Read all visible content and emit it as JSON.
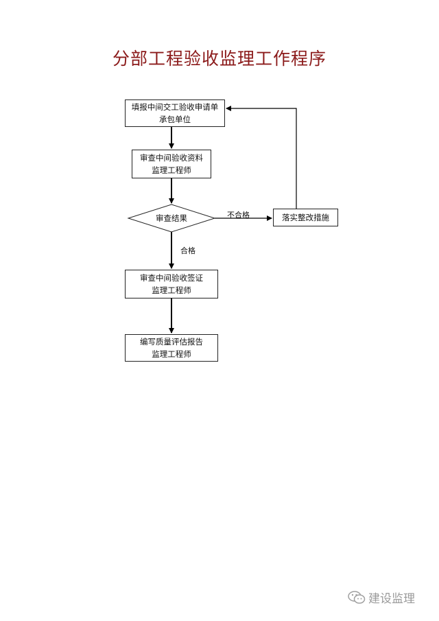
{
  "title": "分部工程验收监理工作程序",
  "flowchart": {
    "nodes": {
      "submit": {
        "line1": "填报中间交工验收申请单",
        "line2": "承包单位"
      },
      "review_docs": {
        "line1": "审查中间验收资料",
        "line2": "监理工程师"
      },
      "review_result": {
        "label": "审查结果"
      },
      "rectify": {
        "label": "落实整改措施"
      },
      "sign_off": {
        "line1": "审查中间验收签证",
        "line2": "监理工程师"
      },
      "report": {
        "line1": "编写质量评估报告",
        "line2": "监理工程师"
      }
    },
    "edges": {
      "fail_label": "不合格",
      "pass_label": "合格"
    }
  },
  "watermark": {
    "text": "建设监理",
    "icon": "wechat-icon"
  }
}
